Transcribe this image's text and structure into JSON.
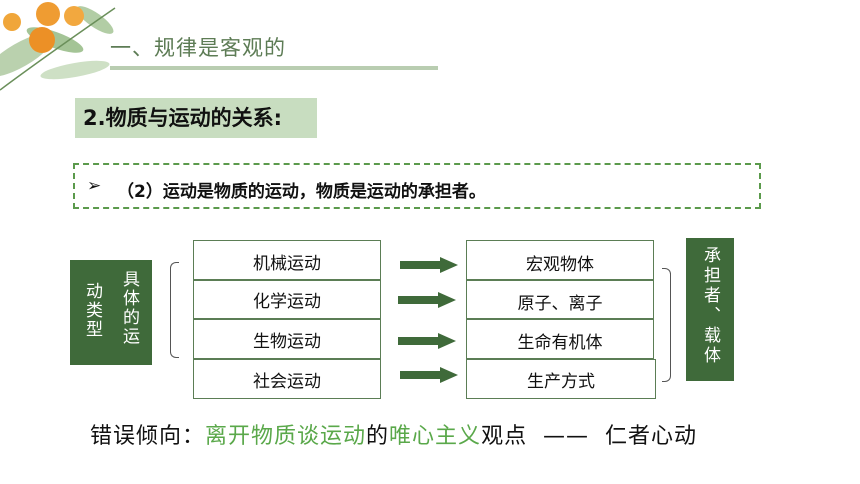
{
  "header": {
    "title": "一、规律是客观的"
  },
  "section_heading": "2.物质与运动的关系:",
  "statement": {
    "bullet": "➢",
    "text": "（2）运动是物质的运动，物质是运动的承担者。"
  },
  "diagram": {
    "left_label_col1": "具体的运",
    "left_label_col2": "动类型",
    "motions": [
      "机械运动",
      "化学运动",
      "生物运动",
      "社会运动"
    ],
    "carriers": [
      "宏观物体",
      "原子、离子",
      "生命有机体",
      "生产方式"
    ],
    "right_label": "承担者、载体",
    "colors": {
      "box_fill": "#3f6a3a",
      "arrow": "#3f6a3a",
      "accent_green": "#5aa84a"
    }
  },
  "bottom_line": {
    "prefix": "错误倾向：",
    "highlight1": "离开物质谈运动",
    "mid": "的",
    "highlight2": "唯心主义",
    "suffix": "观点  ——  仁者心动"
  }
}
